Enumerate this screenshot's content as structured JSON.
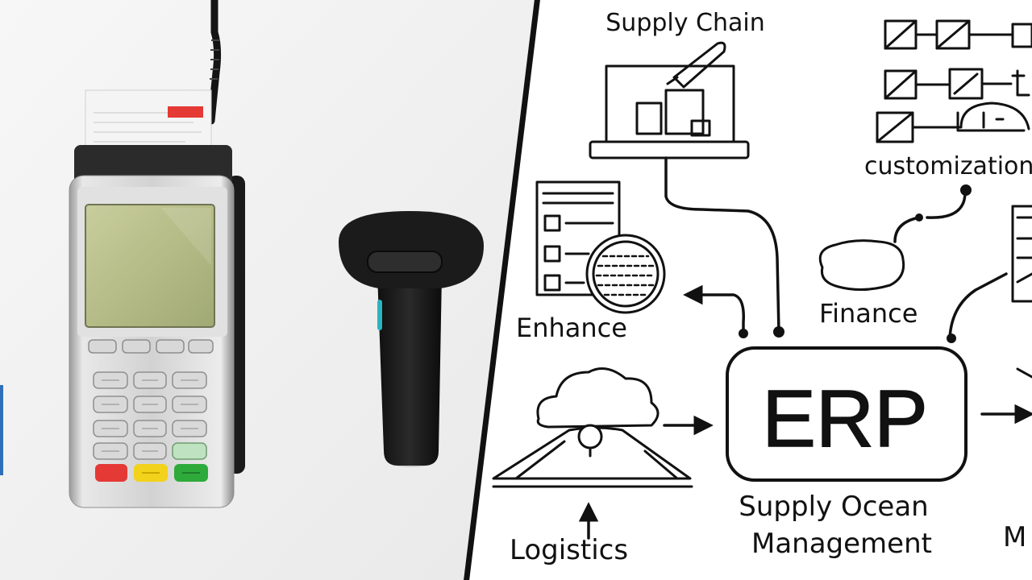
{
  "diagram": {
    "center": "ERP",
    "labels": {
      "supply_chain": "Supply Chain",
      "customization": "customization",
      "finance": "Finance",
      "enhance": "Enhance",
      "logistics": "Logistics",
      "supply_chain_management_line1": "Supply Ocean",
      "supply_chain_management_line2": "Management",
      "right_edge_letter": "M"
    }
  },
  "devices": {
    "left_item": "pos-payment-terminal",
    "right_item": "handheld-barcode-scanner"
  },
  "colors": {
    "background_left": "#f2f2f2",
    "background_right": "#ffffff",
    "ink": "#111111",
    "terminal_screen": "#b9c08a",
    "key_red": "#e53935",
    "key_yellow": "#f2d21b",
    "key_green": "#2eaa3a",
    "scanner_body": "#1d1d1d",
    "scanner_accent": "#2bb3c0"
  }
}
